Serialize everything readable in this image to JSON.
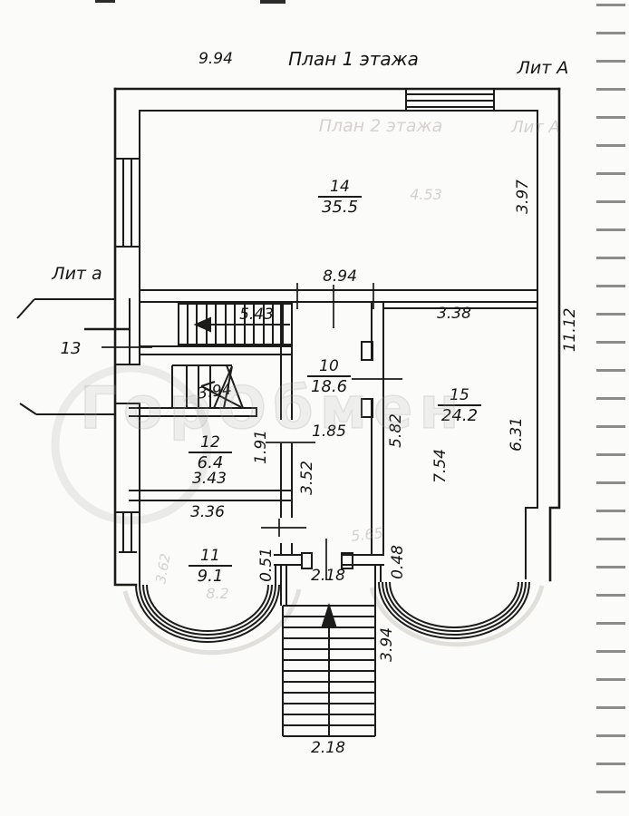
{
  "page": {
    "title": "План 1 этажа",
    "building_label": "Лит А",
    "annex_label": "Лит а",
    "watermark": "ГорОбмен"
  },
  "rooms": [
    {
      "number": "14",
      "area": "35.5"
    },
    {
      "number": "10",
      "area": "18.6"
    },
    {
      "number": "15",
      "area": "24.2"
    },
    {
      "number": "12",
      "area": "6.4"
    },
    {
      "number": "11",
      "area": "9.1"
    },
    {
      "number": "13",
      "area": ""
    }
  ],
  "dims": {
    "overall_width": "9.94",
    "room14_depth": "3.97",
    "room14_width": "8.94",
    "stair_run": "5.43",
    "stair_turn": "3.94",
    "room15_width": "3.38",
    "overall_depth": "11.12",
    "room12_depth": "1.91",
    "hall_width": "1.85",
    "hall_depth": "3.52",
    "room12_width": "3.43",
    "room11_width": "3.36",
    "ledge_left": "0.51",
    "porch_width_top": "2.18",
    "ledge_right": "0.48",
    "porch_depth": "3.94",
    "porch_width_bottom": "2.18",
    "room15_wall_left": "5.82",
    "room15_depth": "7.54",
    "room15_wall_right": "6.31"
  },
  "ghost": {
    "title": "План 2 этажа",
    "label": "Лит А",
    "dim1": "4.53",
    "dim2": "5.65",
    "dim3": "8.2",
    "dim4": "3.62"
  }
}
